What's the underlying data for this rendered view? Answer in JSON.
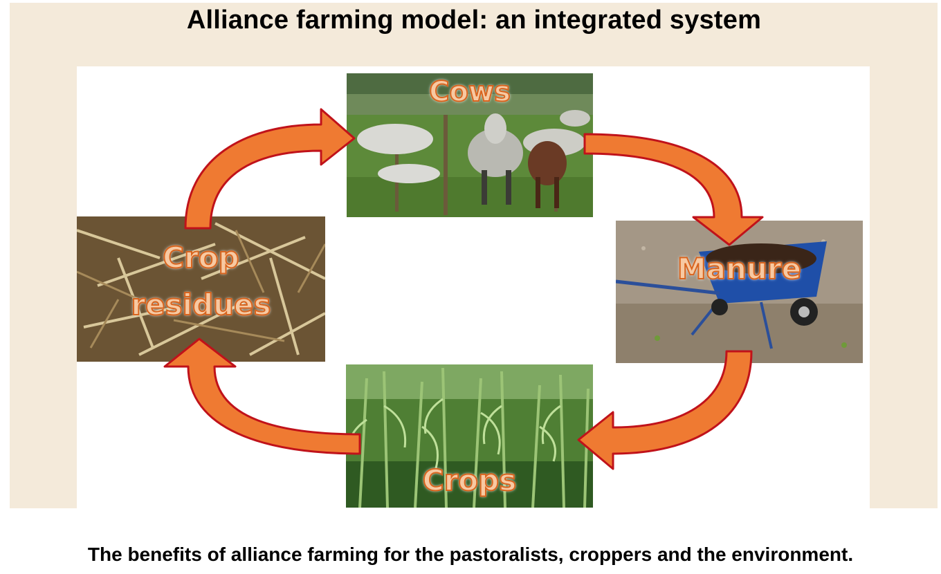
{
  "title": "Alliance farming model: an integrated system",
  "caption": "The benefits of alliance farming for the pastoralists, croppers and the environment.",
  "nodes": {
    "cows": {
      "label": "Cows",
      "photo": "cattle-herd"
    },
    "manure": {
      "label": "Manure",
      "photo": "wheelbarrow-of-manure"
    },
    "crops": {
      "label": "Crops",
      "photo": "maize-field"
    },
    "residues": {
      "label_line1": "Crop",
      "label_line2": "residues",
      "photo": "dry-crop-stalks"
    }
  },
  "colors": {
    "frame": "#f4eada",
    "arrow_fill": "#ef7a32",
    "arrow_stroke": "#c0121a",
    "label_fill": "#f7c9a2",
    "label_stroke": "#d8641e"
  }
}
